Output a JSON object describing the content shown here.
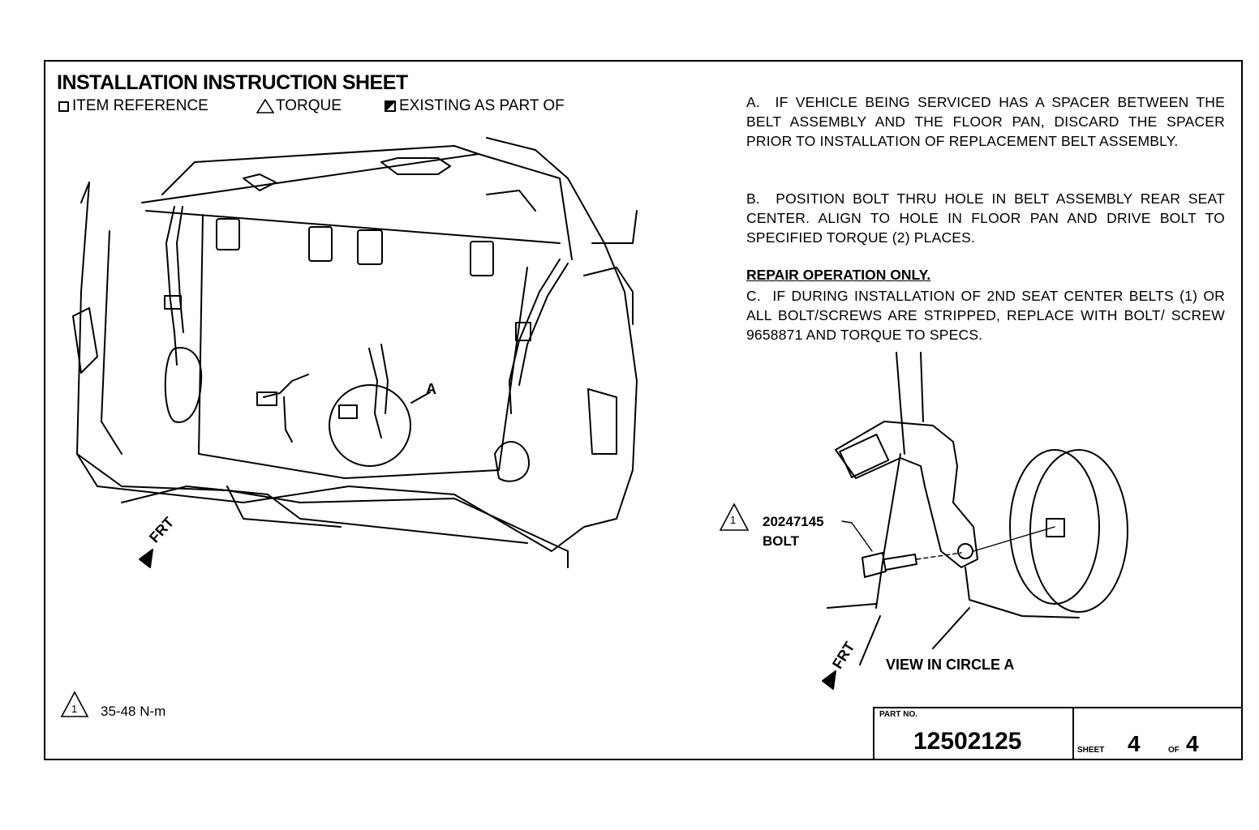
{
  "header": {
    "title": "INSTALLATION INSTRUCTION SHEET",
    "legend_item_reference": "ITEM REFERENCE",
    "legend_torque": "TORQUE",
    "legend_existing": "EXISTING AS PART OF"
  },
  "instructions": {
    "a_letter": "A.",
    "a_text": "IF VEHICLE BEING SERVICED HAS A SPACER BETWEEN THE BELT ASSEMBLY AND THE FLOOR PAN, DISCARD THE SPACER PRIOR TO INSTALLATION OF REPLACEMENT BELT ASSEMBLY.",
    "b_letter": "B.",
    "b_text": "POSITION BOLT THRU HOLE IN BELT ASSEMBLY REAR SEAT CENTER. ALIGN TO HOLE IN FLOOR PAN AND DRIVE BOLT TO SPECIFIED TORQUE (2) PLACES.",
    "repair_heading": "REPAIR OPERATION ONLY.",
    "c_letter": "C.",
    "c_text": "IF DURING INSTALLATION OF 2ND SEAT CENTER BELTS (1) OR ALL BOLT/SCREWS ARE STRIPPED, REPLACE WITH BOLT/ SCREW 9658871 AND TORQUE TO SPECS."
  },
  "diagram": {
    "callout_a": "A",
    "frt_label_main": "FRT",
    "frt_label_detail": "FRT",
    "bolt_ref_number": "1",
    "bolt_part_number": "20247145",
    "bolt_label": "BOLT",
    "view_caption": "VIEW IN CIRCLE  A"
  },
  "torque_spec": {
    "ref_number": "1",
    "value": "35-48 N-m"
  },
  "title_block": {
    "part_no_label": "PART NO.",
    "part_no": "12502125",
    "sheet_label": "SHEET",
    "sheet_number": "4",
    "of_label": "OF",
    "sheet_total": "4"
  }
}
